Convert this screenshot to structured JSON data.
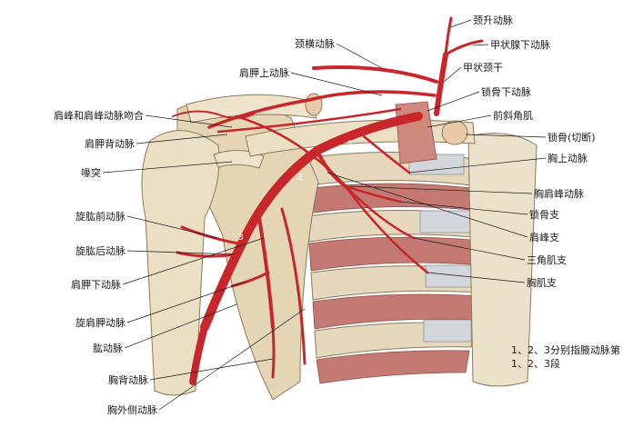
{
  "labels_left": [
    "肩峰和肩峰动脉吻合",
    "肩胛背动脉",
    "喙突",
    "旋肱前动脉",
    "旋肱后动脉",
    "肩胛下动脉",
    "旋肩胛动脉",
    "肱动脉",
    "胸背动脉",
    "胸外侧动脉"
  ],
  "labels_top": [
    "颈横动脉",
    "肩胛上动脉"
  ],
  "labels_right": [
    "颈升动脉",
    "甲状腺下动脉",
    "甲状颈干",
    "锁骨下动脉",
    "前斜角肌",
    "锁骨(切断)",
    "胸上动脉",
    "胸肩峰动脉",
    "锁骨支",
    "肩峰支",
    "三角肌支",
    "胸肌支"
  ],
  "segment_numbers": [
    "1",
    "2",
    "3"
  ],
  "note": "1、2、3分别指腋动脉第1、2、3段",
  "colors": {
    "artery": "#c8262a",
    "bone": "#e9dcc0",
    "muscle": "#c9807a",
    "cartilage": "#d3d6da"
  }
}
